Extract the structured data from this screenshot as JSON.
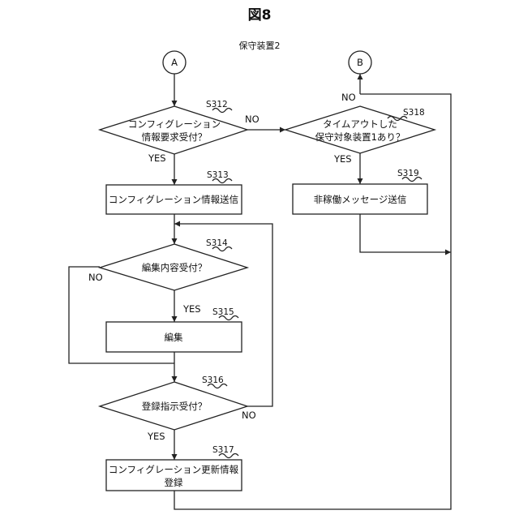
{
  "figure": {
    "title": "図8",
    "subtitle": "保守装置2"
  },
  "connectors": {
    "a": "A",
    "b": "B"
  },
  "steps": {
    "s312": {
      "id": "S312",
      "line1": "コンフィグレーション",
      "line2": "情報要求受付？"
    },
    "s313": {
      "id": "S313",
      "text": "コンフィグレーション情報送信"
    },
    "s314": {
      "id": "S314",
      "text": "編集内容受付？"
    },
    "s315": {
      "id": "S315",
      "text": "編集"
    },
    "s316": {
      "id": "S316",
      "text": "登録指示受付？"
    },
    "s317": {
      "id": "S317",
      "line1": "コンフィグレーション更新情報",
      "line2": "登録"
    },
    "s318": {
      "id": "S318",
      "line1": "タイムアウトした",
      "line2": "保守対象装置1あり？"
    },
    "s319": {
      "id": "S319",
      "text": "非稼働メッセージ送信"
    }
  },
  "labels": {
    "s312_yes": "YES",
    "s312_no": "NO",
    "s314_yes": "YES",
    "s314_no": "NO",
    "s316_yes": "YES",
    "s316_no": "NO",
    "s318_yes": "YES",
    "s318_no": "NO"
  }
}
